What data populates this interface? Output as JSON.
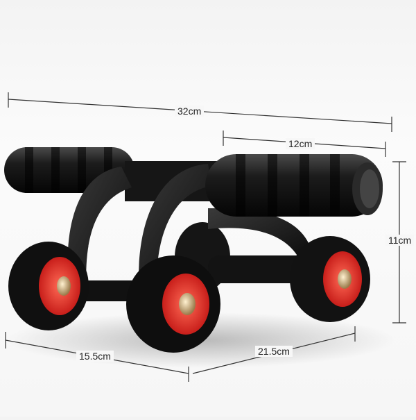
{
  "product": {
    "name": "Four-wheel ab roller",
    "colors": {
      "body": "#1a1a1a",
      "grip": "#111111",
      "wheel_hub": "#e3322b",
      "background": "#f6f6f6",
      "dimension_line": "#333333"
    }
  },
  "dimensions": {
    "total_width": "32cm",
    "handle_length": "12cm",
    "height": "11cm",
    "front_width": "15.5cm",
    "depth": "21.5cm"
  }
}
